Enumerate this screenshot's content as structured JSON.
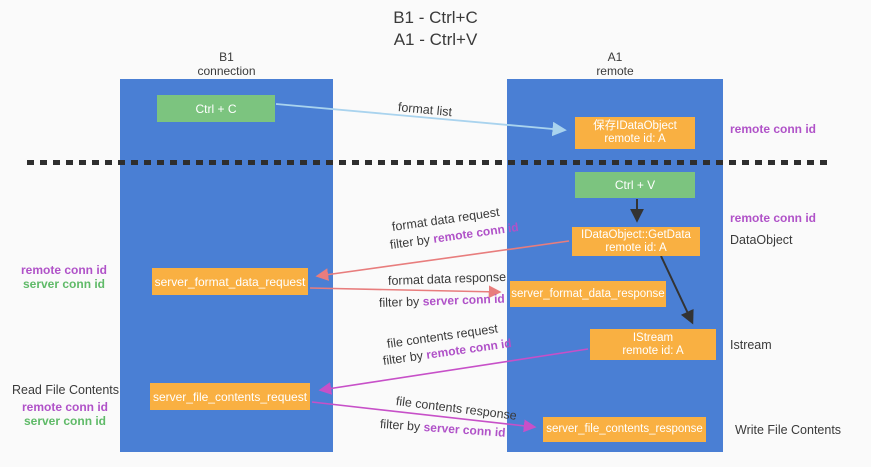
{
  "title": {
    "line1": "B1 - Ctrl+C",
    "line2": "A1 - Ctrl+V"
  },
  "columns": {
    "left": {
      "name": "B1",
      "role": "connection"
    },
    "right": {
      "name": "A1",
      "role": "remote"
    }
  },
  "boxes": {
    "ctrl_c": {
      "label": "Ctrl + C"
    },
    "ctrl_v": {
      "label": "Ctrl + V"
    },
    "save_dataobject": {
      "line1": "保存IDataObject",
      "line2": "remote id: A"
    },
    "getdata": {
      "line1": "IDataObject::GetData",
      "line2": "remote id: A"
    },
    "istream": {
      "line1": "IStream",
      "line2": "remote id: A"
    },
    "server_format_data_request": {
      "label": "server_format_data_request"
    },
    "server_format_data_response": {
      "label": "server_format_data_response"
    },
    "server_file_contents_request": {
      "label": "server_file_contents_request"
    },
    "server_file_contents_response": {
      "label": "server_file_contents_response"
    }
  },
  "arrow_labels": {
    "format_list": "format list",
    "format_data_request": "format data request",
    "format_data_response": "format data response",
    "file_contents_request": "file contents request",
    "file_contents_response": "file contents response",
    "filter_by": "filter by ",
    "remote_conn_id": "remote conn id",
    "server_conn_id": "server conn id"
  },
  "side_labels": {
    "remote_conn_id": "remote conn id",
    "server_conn_id": "server conn id",
    "dataobject": "DataObject",
    "istream": "Istream",
    "read_file_contents": "Read File Contents",
    "write_file_contents": "Write File Contents"
  },
  "colors": {
    "background": "#fafafa",
    "column_blue": "#4a7fd4",
    "box_green": "#7cc47f",
    "box_orange": "#f9b042",
    "label_purple": "#b052c8",
    "label_green": "#5fba68",
    "arrow_red": "#e87d7d",
    "arrow_magenta": "#c750c8",
    "arrow_lightblue": "#a9d3ee",
    "arrow_black": "#333333",
    "text_dark": "#3a3a3a"
  }
}
